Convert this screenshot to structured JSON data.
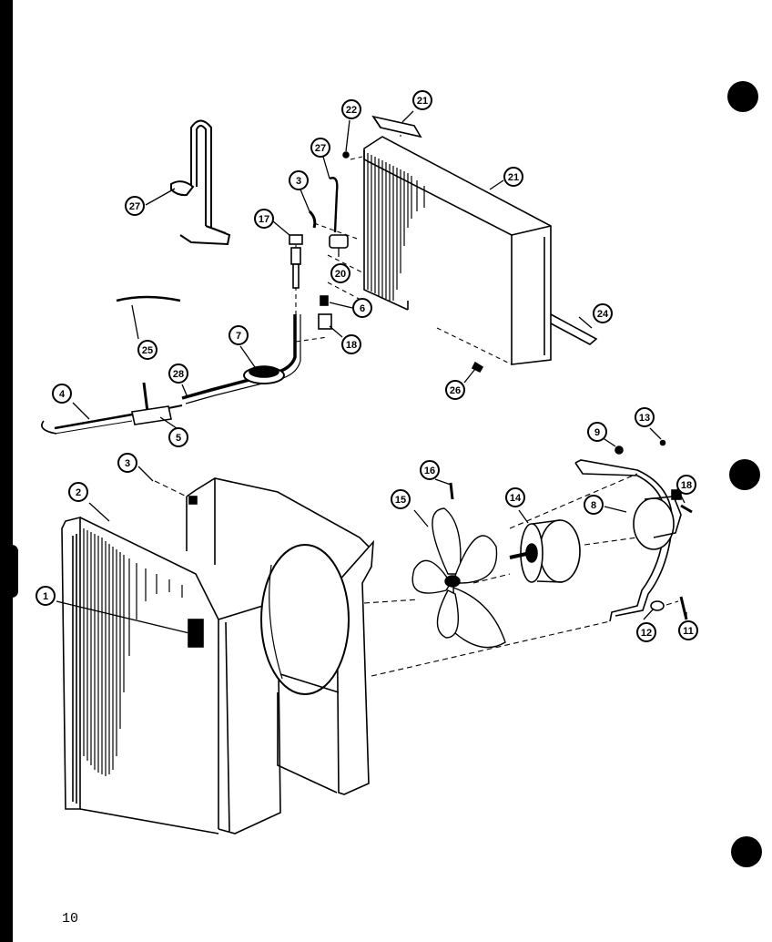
{
  "page_number": "10",
  "callouts": [
    {
      "id": "1",
      "label": "1"
    },
    {
      "id": "2",
      "label": "2"
    },
    {
      "id": "3a",
      "label": "3"
    },
    {
      "id": "3b",
      "label": "3"
    },
    {
      "id": "4",
      "label": "4"
    },
    {
      "id": "5",
      "label": "5"
    },
    {
      "id": "6",
      "label": "6"
    },
    {
      "id": "7",
      "label": "7"
    },
    {
      "id": "8",
      "label": "8"
    },
    {
      "id": "9",
      "label": "9"
    },
    {
      "id": "11",
      "label": "11"
    },
    {
      "id": "12",
      "label": "12"
    },
    {
      "id": "13",
      "label": "13"
    },
    {
      "id": "14",
      "label": "14"
    },
    {
      "id": "15",
      "label": "15"
    },
    {
      "id": "16",
      "label": "16"
    },
    {
      "id": "17",
      "label": "17"
    },
    {
      "id": "18a",
      "label": "18"
    },
    {
      "id": "18b",
      "label": "18"
    },
    {
      "id": "20",
      "label": "20"
    },
    {
      "id": "21a",
      "label": "21"
    },
    {
      "id": "21b",
      "label": "21"
    },
    {
      "id": "22",
      "label": "22"
    },
    {
      "id": "24",
      "label": "24"
    },
    {
      "id": "25",
      "label": "25"
    },
    {
      "id": "26",
      "label": "26"
    },
    {
      "id": "27a",
      "label": "27"
    },
    {
      "id": "27b",
      "label": "27"
    },
    {
      "id": "28",
      "label": "28"
    }
  ]
}
